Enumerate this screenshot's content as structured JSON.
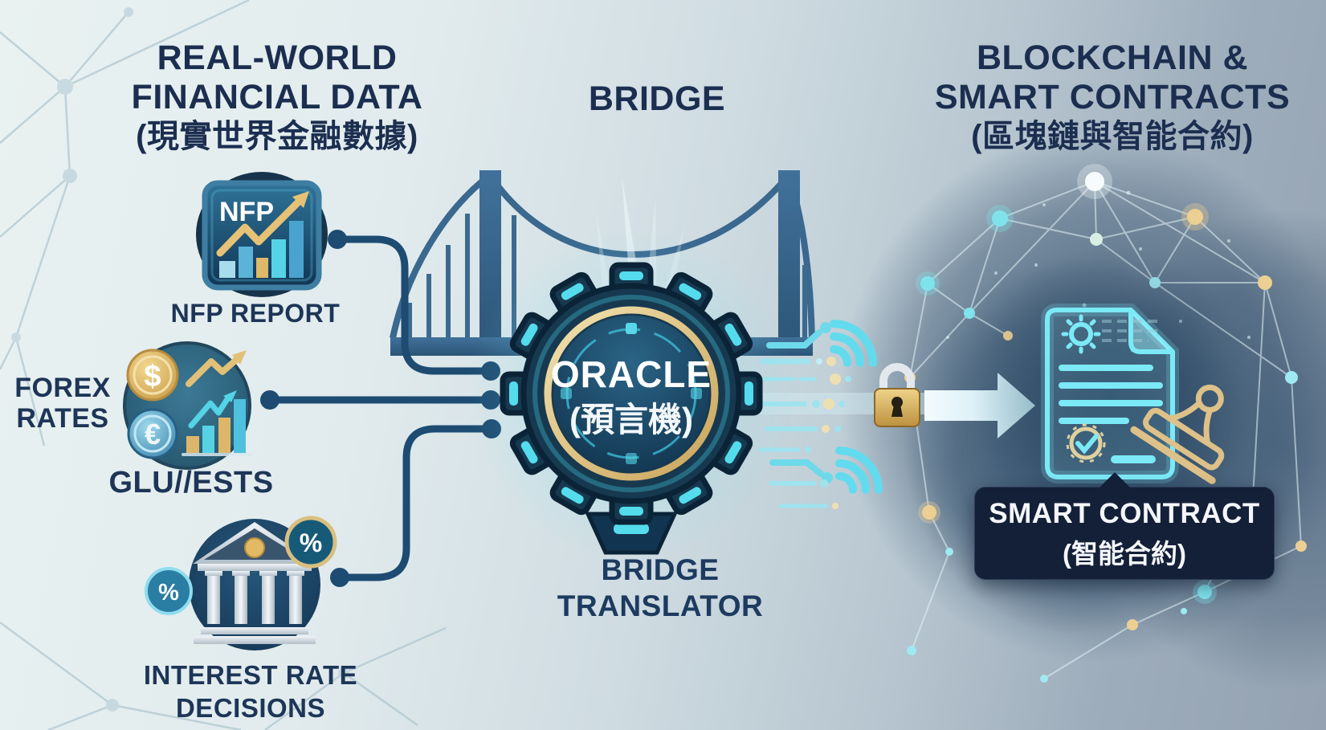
{
  "headers": {
    "left": {
      "line1": "REAL-WORLD",
      "line2": "FINANCIAL DATA",
      "line3": "(現實世界金融數據)"
    },
    "center": {
      "title": "BRIDGE"
    },
    "right": {
      "line1": "BLOCKCHAIN &",
      "line2": "SMART CONTRACTS",
      "line3": "(區塊鏈與智能合約)"
    }
  },
  "sources": {
    "nfp": {
      "icon_label": "NFP",
      "caption": "NFP REPORT"
    },
    "forex": {
      "label_line1": "FOREX",
      "label_line2": "RATES",
      "dollar_symbol": "$",
      "euro_symbol": "€",
      "caption": "GLU//ESTS"
    },
    "interest": {
      "percent": "%",
      "caption_line1": "INTEREST RATE",
      "caption_line2": "DECISIONS"
    }
  },
  "oracle": {
    "name": "ORACLE",
    "name_zh": "(預言機)",
    "caption_line1": "BRIDGE",
    "caption_line2": "TRANSLATOR"
  },
  "contract_badge": {
    "title": "SMART CONTRACT",
    "title_zh": "(智能合約)"
  },
  "icons": {
    "nfp": "bar-chart-rising-arrow-icon",
    "forex": "dollar-euro-coins-chart-icon",
    "interest": "bank-building-percent-icon",
    "oracle": "glowing-gear-icon",
    "bridge": "suspension-bridge-silhouette",
    "signal": "wireless-signal-waves-icon",
    "lock": "gold-padlock-icon",
    "flow_arrow": "right-flow-arrow-icon",
    "document": "neon-contract-document-icon",
    "stamp": "approval-stamp-icon",
    "network": "blockchain-network-nodes"
  },
  "colors": {
    "header_text": "#1c2e50",
    "label_text": "#1d3557",
    "connector": "#1d4b72",
    "gear_body": "#17394f",
    "neon_cyan": "#5fdcee",
    "gold": "#d9b96c",
    "badge_background": "#141f38",
    "document_neon": "#7be9f6",
    "arrow_light": "#d8f0f7",
    "background_left": "#e9f2f1",
    "background_right": "#94a2b1"
  }
}
